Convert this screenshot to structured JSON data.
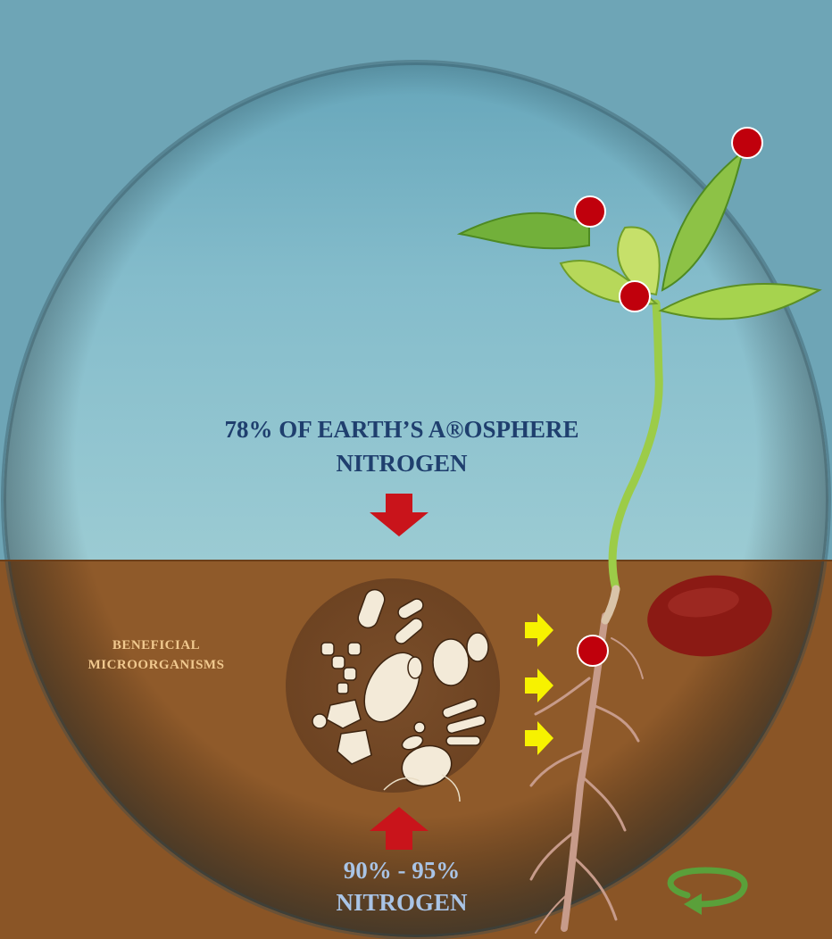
{
  "labels": {
    "atmosphere_line1": "78% OF EARTH’S A®OSPHERE",
    "atmosphere_line2": "NITROGEN",
    "microorganisms_line1": "BENEFICIAL",
    "microorganisms_line2": "MICROORGANISMS",
    "soil_line1": "90% - 95%",
    "soil_line2": "NITROGEN"
  },
  "colors": {
    "sky": "#7fb7c6",
    "soil": "#8a5526",
    "title_text": "#1f3f6e",
    "micro_text": "#f1c98f",
    "bottom_text": "#a9c4e6",
    "red_arrow": "#c9141b",
    "yellow_arrow": "#f7f200",
    "marker": "#c0000c",
    "leaf": "#a6d34e",
    "seed": "#8b1a14",
    "cycle_arrow": "#5aa03a"
  },
  "icons": [
    "red-down-arrow",
    "red-up-arrow",
    "yellow-right-arrow",
    "red-dot-marker",
    "cycle-arrow-icon",
    "microorganism-circle",
    "plant-seedling"
  ]
}
